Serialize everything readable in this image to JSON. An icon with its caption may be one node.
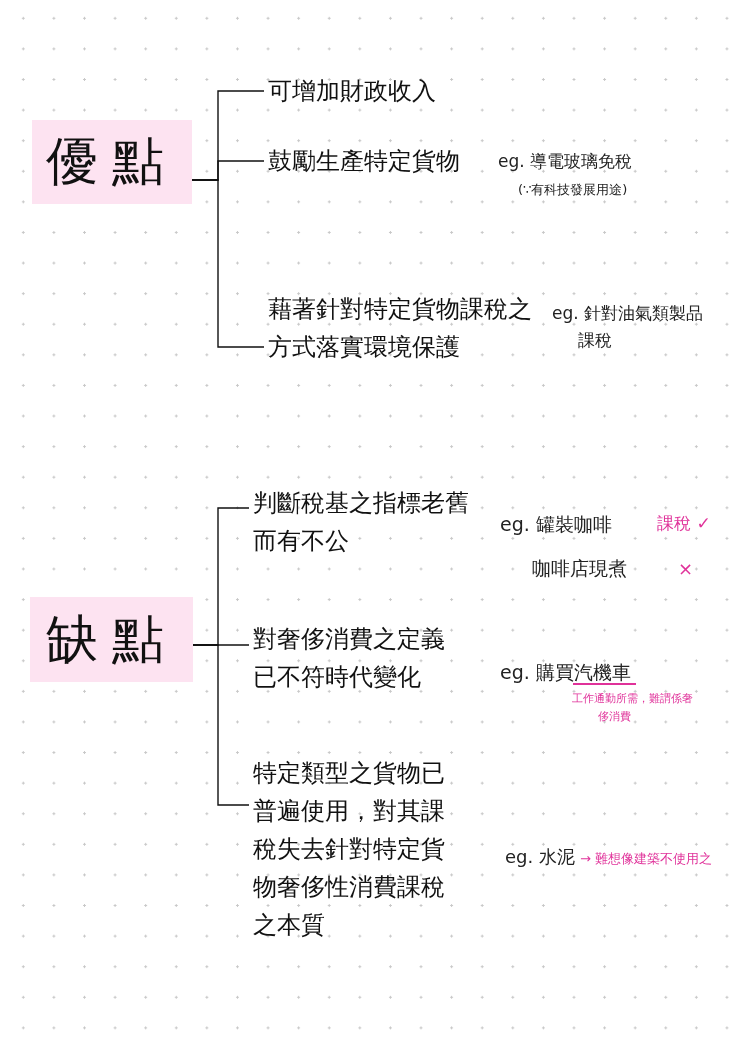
{
  "diagram": {
    "nodes": [
      {
        "text": [
          "優點"
        ]
      },
      {
        "text": [
          "可增加財政收入"
        ]
      },
      {
        "text": [
          "鼓勵生產特定貨物"
        ],
        "beside": [
          "eg. 導電玻璃免稅",
          "(∵有科技發展用途)"
        ]
      },
      {
        "text": [
          "藉著針對特定貨物課稅之方式落實環境保護"
        ],
        "beside": [
          "eg. 針對油氣類製品課稅"
        ]
      },
      {
        "text": [
          "缺點"
        ]
      },
      {
        "text": [
          "判斷稅基之指標老舊而有不公"
        ],
        "beside": [
          "eg. 罐裝咖啡",
          "課稅 ✓",
          "咖啡店現煮",
          "×"
        ]
      },
      {
        "text": [
          "對奢侈消費之定義已不符時代變化"
        ],
        "beside": [
          "eg. 購買汽機車",
          "工作通勤所需，難謂係奢侈消費"
        ]
      },
      {
        "text": [
          "特定類型之貨物已普遍使用，對其課稅失去針對特定貨物奢侈性消費課稅之本質"
        ],
        "beside": [
          "eg. 水泥",
          "→ 難想像建築不使用之"
        ]
      }
    ],
    "edges": [
      {
        "from": 0,
        "to": 1,
        "arrow": "none"
      },
      {
        "from": 0,
        "to": 2,
        "arrow": "none"
      },
      {
        "from": 0,
        "to": 3,
        "arrow": "none"
      },
      {
        "from": 4,
        "to": 5,
        "arrow": "none"
      },
      {
        "from": 4,
        "to": 6,
        "arrow": "none"
      },
      {
        "from": 4,
        "to": 7,
        "arrow": "none"
      }
    ]
  }
}
